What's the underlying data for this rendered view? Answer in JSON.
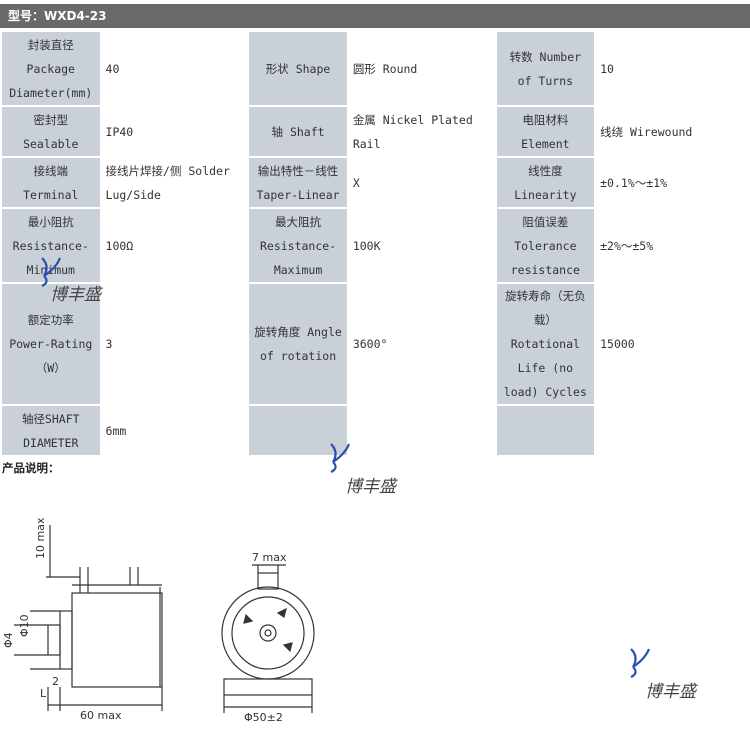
{
  "header": {
    "title": "型号：WXD4-23"
  },
  "spec_table": {
    "rows": [
      [
        {
          "label": "封装直径Package Diameter(mm)",
          "value": "40"
        },
        {
          "label": "形状 Shape",
          "value": "圆形 Round"
        },
        {
          "label": "转数 Number of Turns",
          "value": "10"
        }
      ],
      [
        {
          "label": "密封型 Sealable",
          "value": "IP40"
        },
        {
          "label": "轴 Shaft",
          "value": "金属 Nickel Plated Rail"
        },
        {
          "label": "电阻材料 Element",
          "value": "线绕 Wirewound"
        }
      ],
      [
        {
          "label": "接线端 Terminal",
          "value": "接线片焊接/侧 Solder Lug/Side"
        },
        {
          "label": "输出特性－线性Taper-Linear",
          "value": "X"
        },
        {
          "label": "线性度 Linearity",
          "value": "±0.1%～±1%"
        }
      ],
      [
        {
          "label": "最小阻抗 Resistance-Minimum",
          "value": "100Ω"
        },
        {
          "label": "最大阻抗 Resistance-Maximum",
          "value": "100K"
        },
        {
          "label": "阻值误差 Tolerance resistance",
          "value": "±2%～±5%"
        }
      ],
      [
        {
          "label": "额定功率 Power-Rating（W）",
          "value": "3"
        },
        {
          "label": "旋转角度 Angle of rotation",
          "value": "3600°"
        },
        {
          "label": "旋转寿命（无负载）Rotational Life (no load) Cycles",
          "value": "15000"
        }
      ],
      [
        {
          "label": "轴径SHAFT DIAMETER",
          "value": "6mm"
        },
        {
          "label": "",
          "value": ""
        },
        {
          "label": "",
          "value": ""
        }
      ]
    ]
  },
  "description": {
    "title": "产品说明："
  },
  "watermark": {
    "text": "博丰盛"
  },
  "drawing": {
    "dim_10max": "10 max",
    "dim_phi10": "Φ10",
    "dim_phi4": "Φ4",
    "dim_2": "2",
    "dim_L": "L",
    "dim_60max": "60 max",
    "dim_7max": "7 max",
    "dim_phi50": "Φ50±2"
  },
  "colors": {
    "header_bg": "#6a6a6a",
    "label_bg": "#c9d0d8",
    "watermark": "#2a4fb0"
  }
}
